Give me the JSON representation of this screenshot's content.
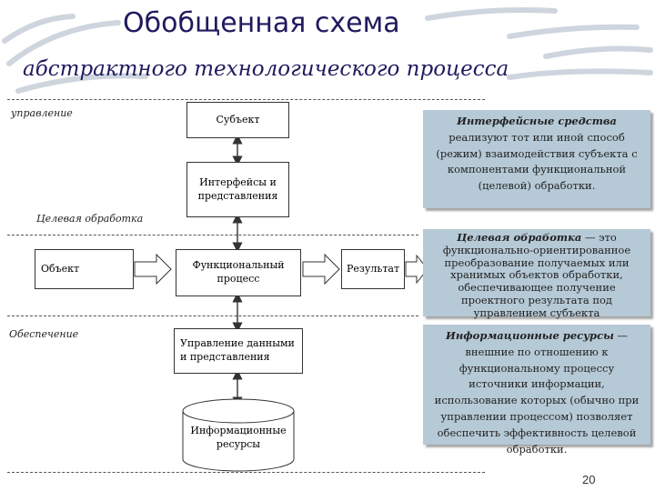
{
  "title": "Обобщенная схема",
  "subtitle": "абстрактного технологического процесса",
  "labels": {
    "upravlenie": "управление",
    "target_processing": "Целевая обработка",
    "obespechenie": "Обеспечение"
  },
  "boxes": {
    "subject": "Субъект",
    "interfaces": "Интерфейсы и представления",
    "object": "Объект",
    "functional": "Функциональный процесс",
    "result": "Результат",
    "data_mgmt": "Управление данными и представления",
    "info_resources": "Информационные ресурсы"
  },
  "notes": {
    "interface_term": "Интерфейсные средства",
    "interface_text": " реализуют тот или иной способ (режим) взаимодействия субъекта с компонентами функциональной (целевой) обработки.",
    "target_term": "Целевая обработка",
    "target_text": " — это функционально-ориентированное преобразование получаемых или хранимых объектов обработки, обеспечивающее получение проектного результата под управлением субъекта",
    "info_term": "Информационные ресурсы",
    "info_text": " — внешние по отношению к функциональному процессу источники информации, использование которых (обычно при управлении процессом) позволяет обеспечить эффективность целевой обработки."
  },
  "page_number": "20",
  "colors": {
    "title": "#1e1a5e",
    "note_bg": "#b6c9d6",
    "arrow_fill": "#ffffff",
    "line": "#333333"
  }
}
